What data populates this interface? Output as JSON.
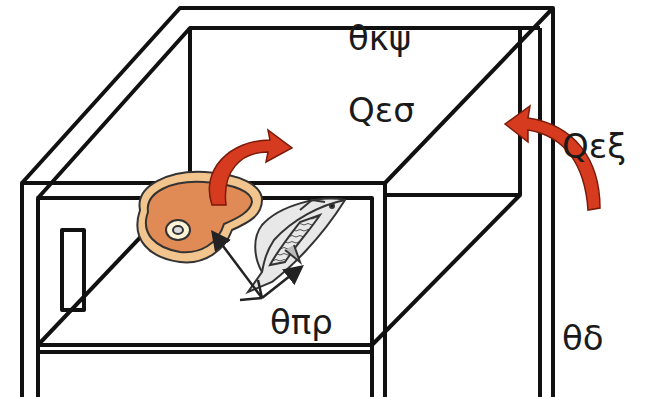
{
  "diagram": {
    "labels": [
      "θκψ",
      "Qεσ",
      "Qεξ",
      "θπρ",
      "θδ"
    ]
  }
}
